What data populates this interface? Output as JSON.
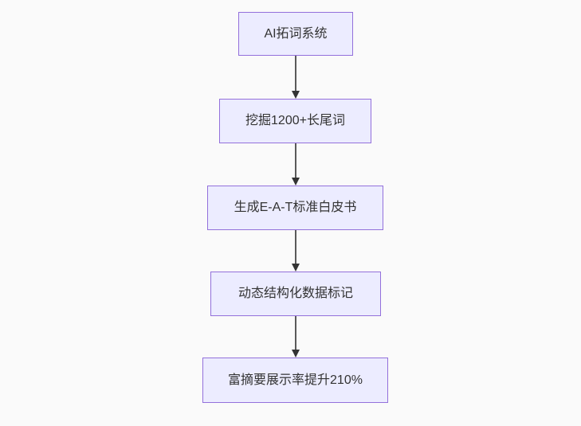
{
  "diagram": {
    "type": "flowchart",
    "direction": "top-down",
    "nodes": [
      {
        "label": "AI拓词系统"
      },
      {
        "label": "挖掘1200+长尾词"
      },
      {
        "label": "生成E-A-T标准白皮书"
      },
      {
        "label": "动态结构化数据标记"
      },
      {
        "label": "富摘要展示率提升210%"
      }
    ],
    "edges": [
      {
        "from": "AI拓词系统",
        "to": "挖掘1200+长尾词"
      },
      {
        "from": "挖掘1200+长尾词",
        "to": "生成E-A-T标准白皮书"
      },
      {
        "from": "生成E-A-T标准白皮书",
        "to": "动态结构化数据标记"
      },
      {
        "from": "动态结构化数据标记",
        "to": "富摘要展示率提升210%"
      }
    ],
    "colors": {
      "node_fill": "#ECECFF",
      "node_border": "#9370DB",
      "arrow": "#333333",
      "text": "#333333",
      "background": "#FAFAFA"
    }
  }
}
